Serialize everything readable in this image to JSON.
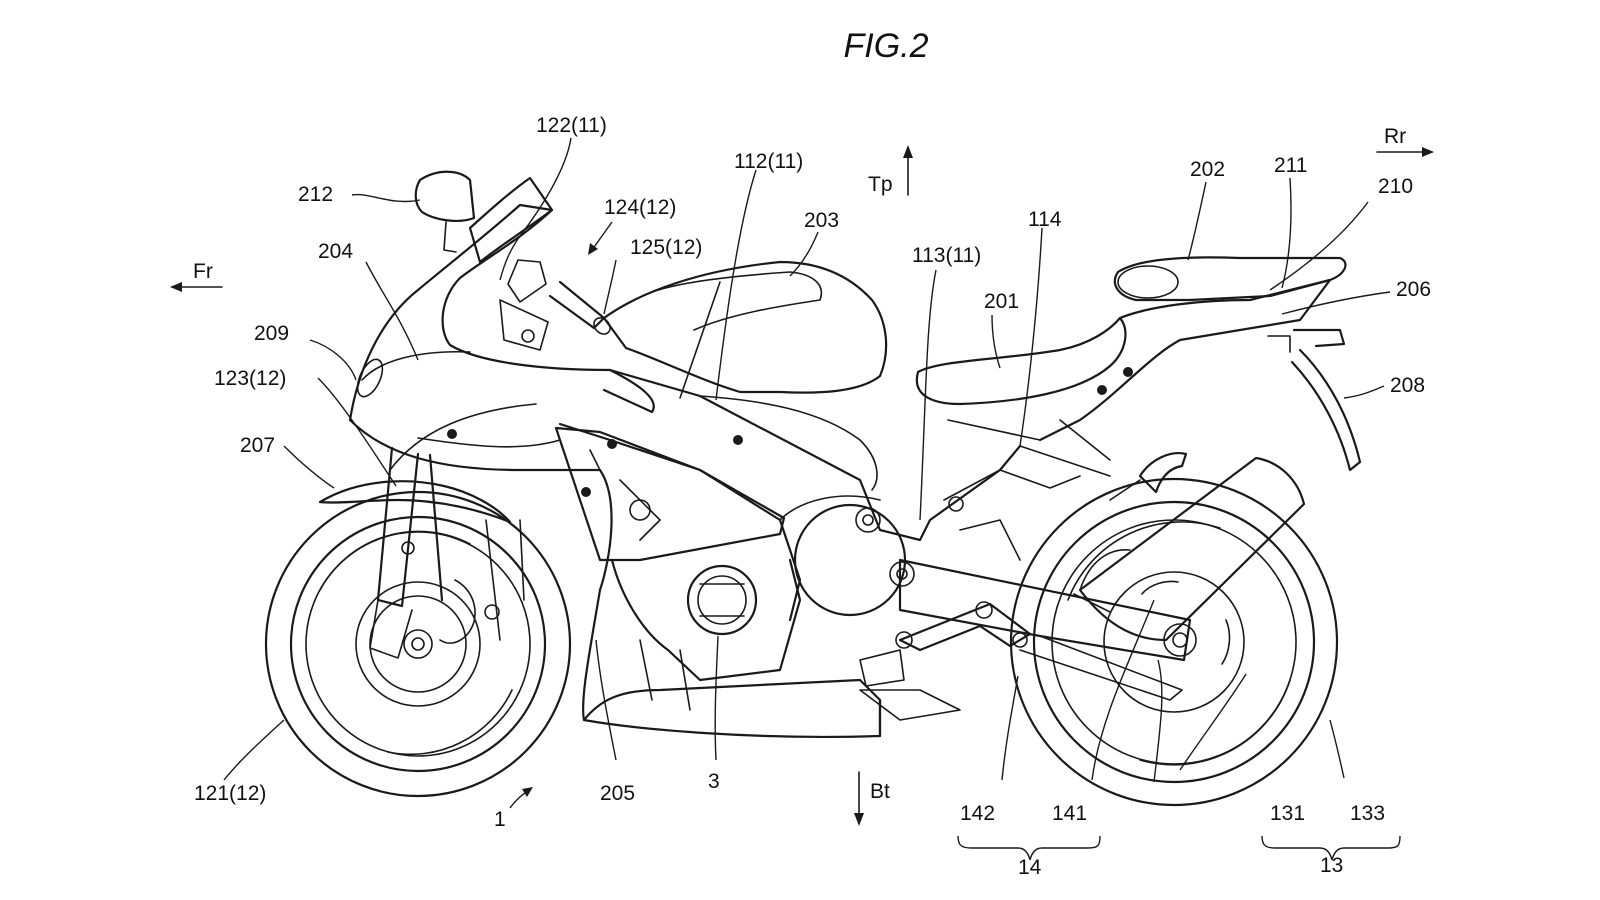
{
  "figure": {
    "title": "FIG.2",
    "directions": {
      "front": "Fr",
      "rear": "Rr",
      "top": "Tp",
      "bottom": "Bt"
    },
    "labels": {
      "l1": "1",
      "l3": "3",
      "l13": "13",
      "l14": "14",
      "l112": "112(11)",
      "l113": "113(11)",
      "l114": "114",
      "l121": "121(12)",
      "l122": "122(11)",
      "l123": "123(12)",
      "l124": "124(12)",
      "l125": "125(12)",
      "l131": "131",
      "l133": "133",
      "l141": "141",
      "l142": "142",
      "l201": "201",
      "l202": "202",
      "l203": "203",
      "l204": "204",
      "l205": "205",
      "l206": "206",
      "l207": "207",
      "l208": "208",
      "l209": "209",
      "l210": "210",
      "l211": "211",
      "l212": "212"
    }
  }
}
